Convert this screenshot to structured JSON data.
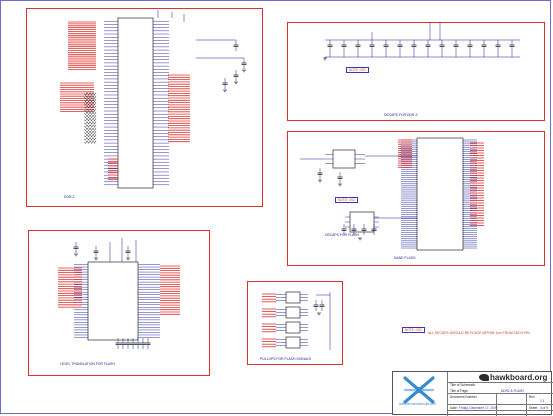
{
  "blocks": {
    "ddr2": {
      "label": "DDR-2"
    },
    "decaps": {
      "label": "DECAPS FOR DDR-2"
    },
    "nand": {
      "label": "NAND FLASH",
      "decaps_label": "DECAPS FOR FLASH"
    },
    "level_translation": {
      "label": "LEVEL TRANSLATION FOR FLASH"
    },
    "pullup": {
      "label": "PULLUPS FOR FLASH SIGNALS"
    }
  },
  "notes": {
    "decaps_note": "NOTE : 001",
    "nand_note": "NOTE : 002",
    "bottom_note_tag": "NOTE : 003",
    "bottom_note_text": "ALL DECAPS SHOULD BE PLACE WITHIN 1cm FROM EACH PIN"
  },
  "title_block": {
    "logo_website": "www.elementsofindia.com",
    "brand": "hawkboard.org",
    "title_of_schematic_label": "Title of Schematic",
    "title_of_page_label": "Title of Page",
    "title_of_page_value": "DDR2 & FLASH",
    "doc_number_label": "Document Number",
    "rev_label": "Rev",
    "rev_value": "1.1",
    "date_label": "Date:",
    "date_value": "Friday, December 17, 2009",
    "sheet_label": "Sheet",
    "sheet_value": "4 of 9"
  },
  "colors": {
    "block_border": "#e0302e",
    "wire": "#1a1a9a",
    "net_label": "#e0302e",
    "component": "#2b2b2b",
    "brand_orange": "#e07a1a",
    "logo_blue": "#3a8ad0"
  }
}
